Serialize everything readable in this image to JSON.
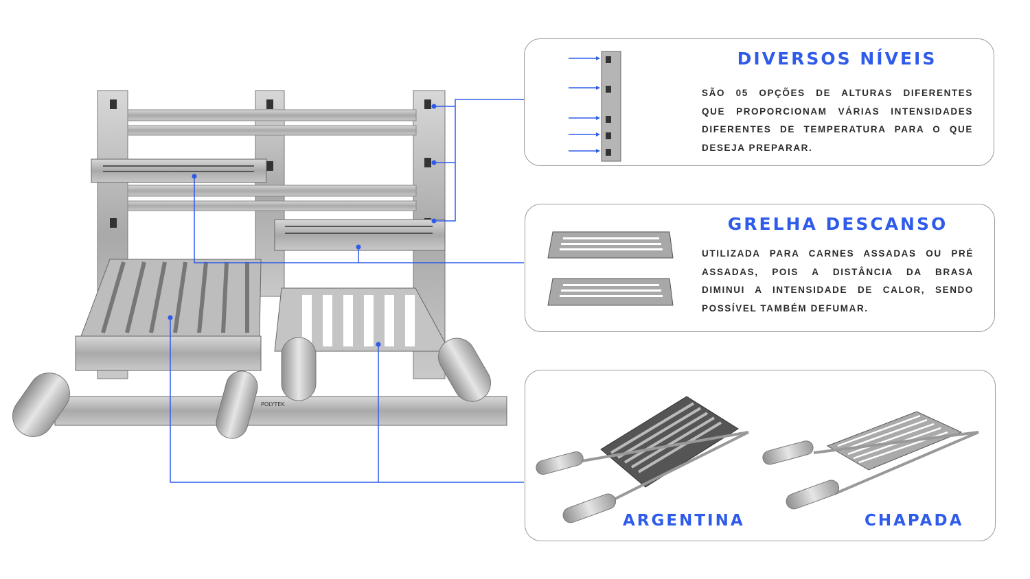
{
  "colors": {
    "accent": "#2f5bea",
    "border": "#9a9a9a",
    "text": "#2a2a2a"
  },
  "features": [
    {
      "title": "DIVERSOS NÍVEIS",
      "lines": [
        "SÃO 05 OPÇÕES DE ALTURAS DIFERENTES",
        "QUE PROPORCIONAM VÁRIAS INTENSIDADES",
        "DIFERENTES DE TEMPERATURA PARA O QUE",
        "DESEJA PREPARAR."
      ]
    },
    {
      "title": "GRELHA DESCANSO",
      "lines": [
        "UTILIZADA PARA CARNES ASSADAS OU PRÉ",
        "ASSADAS, POIS A DISTÂNCIA DA BRASA",
        "DIMINUI A INTENSIDADE DE CALOR, SENDO",
        "POSSÍVEL TAMBÉM DEFUMAR."
      ]
    },
    {
      "grills": [
        {
          "label": "ARGENTINA"
        },
        {
          "label": "CHAPADA"
        }
      ]
    }
  ],
  "product": {
    "brand_mark": "POLYTEK"
  }
}
